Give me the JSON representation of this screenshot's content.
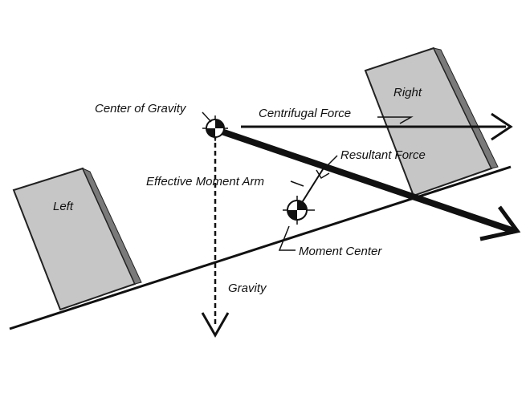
{
  "labels": {
    "right": "Right",
    "left": "Left",
    "center_of_gravity": "Center of Gravity",
    "centrifugal_force": "Centrifugal Force",
    "resultant_force": "Resultant Force",
    "effective_moment_arm": "Effective Moment Arm",
    "moment_center": "Moment Center",
    "gravity": "Gravity"
  },
  "colors": {
    "background": "#ffffff",
    "ink": "#111111",
    "tire_fill": "#c6c6c6",
    "tire_edge": "#7a7a7a"
  },
  "icons": {
    "center_of_gravity": "cg-target-symbol",
    "moment_center": "cg-target-symbol"
  }
}
